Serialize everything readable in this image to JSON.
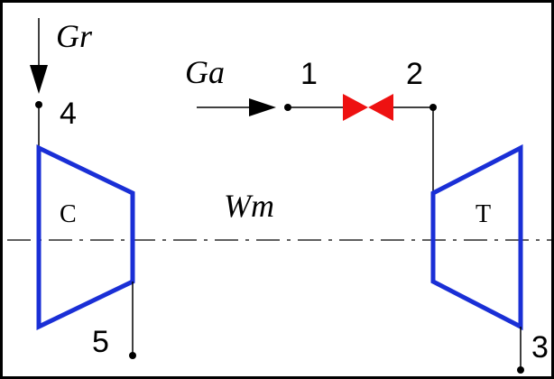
{
  "labels": {
    "gr": "Gr",
    "ga": "Ga",
    "wm": "Wm",
    "compressor": "C",
    "turbine": "T"
  },
  "nodes": {
    "n1": "1",
    "n2": "2",
    "n3": "3",
    "n4": "4",
    "n5": "5"
  },
  "colors": {
    "component_outline": "#1a2fd6",
    "valve": "#ee1111",
    "line": "#000000"
  }
}
